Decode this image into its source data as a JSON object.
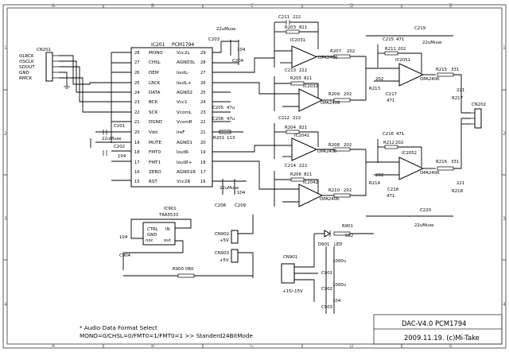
{
  "frame": {
    "columns": [
      "A",
      "B",
      "C",
      "D",
      "E"
    ],
    "rows": [
      "1",
      "2",
      "3",
      "4"
    ]
  },
  "connector_cn201": {
    "ref": "CN201",
    "pins": [
      "OLRCK",
      "OSCLK",
      "SDOUT",
      "GND",
      "RMCK"
    ]
  },
  "ic201": {
    "ref": "IC201",
    "part": "PCM1794",
    "left_pins": [
      {
        "name": "MONO",
        "num": "28"
      },
      {
        "name": "CHSL",
        "num": "27"
      },
      {
        "name": "DEM",
        "num": "26"
      },
      {
        "name": "LRCK",
        "num": "25"
      },
      {
        "name": "DATA",
        "num": "24"
      },
      {
        "name": "BCK",
        "num": "23"
      },
      {
        "name": "SCK",
        "num": "22"
      },
      {
        "name": "DGND",
        "num": "21"
      },
      {
        "name": "Vdd",
        "num": "20"
      },
      {
        "name": "MUTE",
        "num": "19"
      },
      {
        "name": "FMT0",
        "num": "18"
      },
      {
        "name": "FMT1",
        "num": "17"
      },
      {
        "name": "ZERO",
        "num": "16"
      },
      {
        "name": "RST",
        "num": "15"
      }
    ],
    "right_pins": [
      {
        "name": "Vcc2L",
        "num": "29"
      },
      {
        "name": "AGND3L",
        "num": "28"
      },
      {
        "name": "IoutL-",
        "num": "27"
      },
      {
        "name": "IoutL+",
        "num": "26"
      },
      {
        "name": "AGND2",
        "num": "25"
      },
      {
        "name": "Vcc1",
        "num": "24"
      },
      {
        "name": "VcomL",
        "num": "23"
      },
      {
        "name": "VcomR",
        "num": "22"
      },
      {
        "name": "IreF",
        "num": "21"
      },
      {
        "name": "AGND1",
        "num": "20"
      },
      {
        "name": "IoutR-",
        "num": "19"
      },
      {
        "name": "IoutR+",
        "num": "18"
      },
      {
        "name": "AGND1R",
        "num": "17"
      },
      {
        "name": "Vcc2R",
        "num": "16"
      }
    ]
  },
  "parts": {
    "c201": "C201",
    "c201_val": "22uMuse",
    "c202": "C202",
    "c202_val": "104",
    "c203": "C203",
    "c203_val": "22uMuse",
    "c204": "C204",
    "c204_val": "104",
    "c205": "C205",
    "c205_val": "47u",
    "c206": "C206",
    "c206_val": "47u",
    "r201": "R201",
    "r201_val": "113",
    "c208": "C208",
    "c208_val": "22uMuse",
    "c209": "C209",
    "c209_val": "104",
    "c211": "C211",
    "c211_val": "222",
    "r203": "R203",
    "r203_val": "821",
    "ic2031": "IC2031",
    "opa_a": "OPA2406",
    "r207": "R207",
    "r207_val": "202",
    "c213": "C213",
    "c213_val": "222",
    "r205": "R205",
    "r205_val": "821",
    "ic2032": "IC2032",
    "opa_b": "OPA2406",
    "r209": "R209",
    "r209_val": "202",
    "c215": "C215",
    "c215_val": "471",
    "r211": "R211",
    "r211_val": "202",
    "ic2051": "IC2051",
    "opa_c": "OPA2406",
    "r213": "R213",
    "r213_val": "202",
    "c217": "C217",
    "c217_val": "471",
    "r215": "R215",
    "r215_val": "331",
    "r217": "R217",
    "r217_val": "221",
    "c219": "C219",
    "c219_val": "22uMuse",
    "cn202": "CN202",
    "c212": "C212",
    "c212_val": "222",
    "r204": "R204",
    "r204_val": "821",
    "ic2041": "IC2041",
    "opa_d": "OPA2406",
    "r208": "R208",
    "r208_val": "202",
    "c214": "C214",
    "c214_val": "222",
    "r206": "R206",
    "r206_val": "821",
    "ic2042": "IC2042",
    "opa_e": "OPA2406",
    "r210": "R210",
    "r210_val": "202",
    "c216": "C216",
    "c216_val": "471",
    "r212": "R212",
    "r212_val": "202",
    "ic2052": "IC2052",
    "opa_f": "OPA2406",
    "r214": "R214",
    "r214_val": "202",
    "c218": "C218",
    "c218_val": "471",
    "r216": "R216",
    "r216_val": "331",
    "r218": "R218",
    "r218_val": "221",
    "c220": "C220",
    "c220_val": "22uMuse",
    "ic901": "IC901",
    "ic901_part": "TRA5533",
    "ic901_ctrl": "CTRL",
    "ic901_in": "IN",
    "ic901_gnd": "GND",
    "ic901_noc": "noc",
    "ic901_out": "out",
    "c904": "C904",
    "c904_val": "104",
    "cn902": "CN902",
    "cn902_label": "+5V",
    "cn903": "CN903",
    "cn903_label": "+5V",
    "r900": "R900",
    "r900_val": "0R0",
    "r901": "R901",
    "r901_val": "682",
    "d901": "D901",
    "d901_val": "LED",
    "cn901": "CN901",
    "cn901_label": "+15/-15V",
    "c901": "C901",
    "c901_val": "1000u",
    "c902": "C902",
    "c902_val": "1000u",
    "c903": "C903",
    "c903_val": "104"
  },
  "notes": {
    "line1": "* Audio Data Format Select",
    "line2": "MONO=0/CHSL=0/FMT0=1/FMT0=1 >> Standerd24BitMode"
  },
  "title_block": {
    "title": "DAC-V4.0 PCM1794",
    "date_author": "2009.11.19. (c)Mi-Take"
  }
}
